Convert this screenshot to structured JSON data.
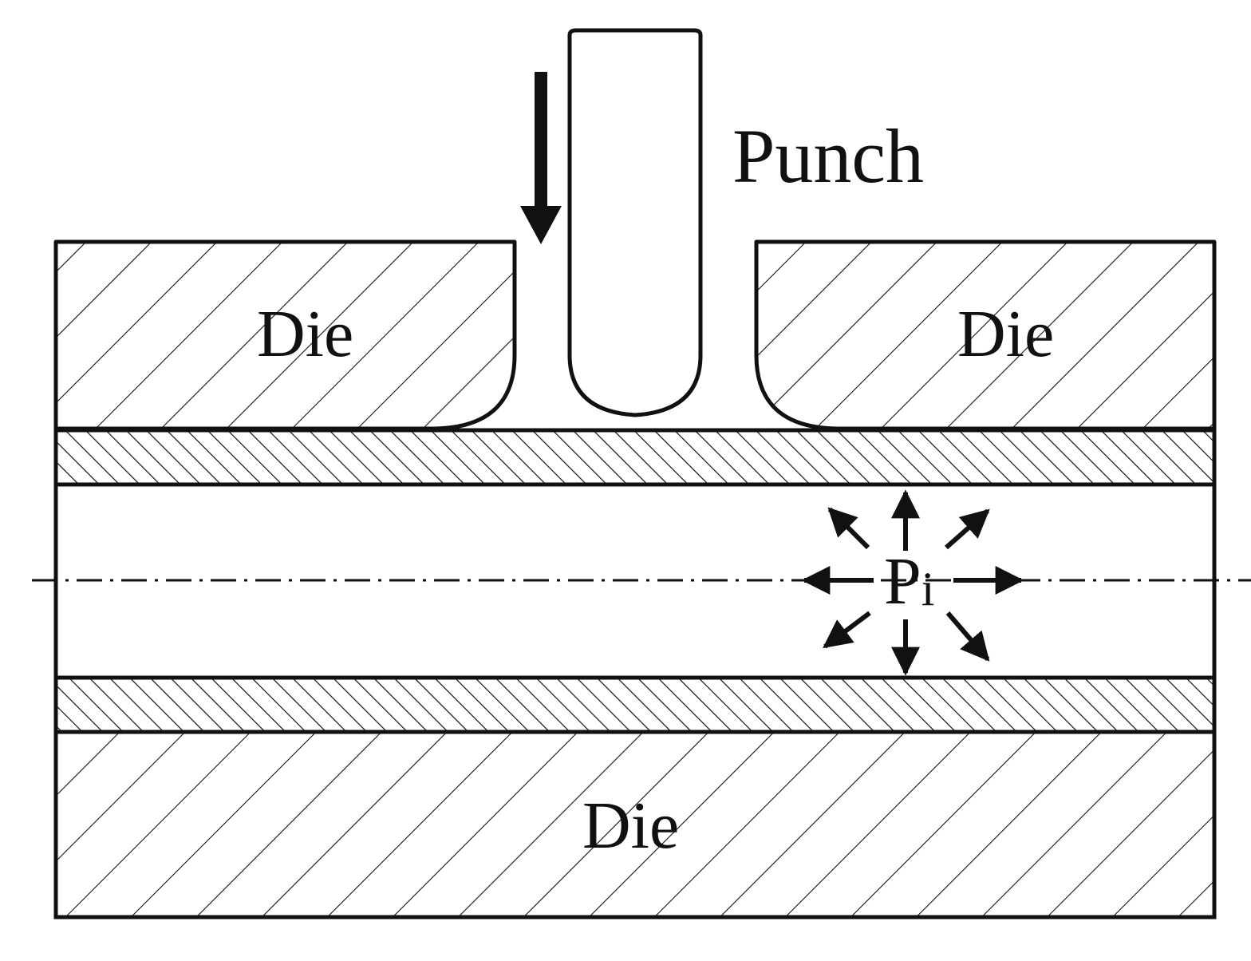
{
  "labels": {
    "punch": "Punch",
    "die_upper_left": "Die",
    "die_upper_right": "Die",
    "die_bottom": "Die",
    "pressure_symbol": "P",
    "pressure_subscript": "i"
  },
  "colors": {
    "stroke": "#111111",
    "background": "#ffffff"
  }
}
